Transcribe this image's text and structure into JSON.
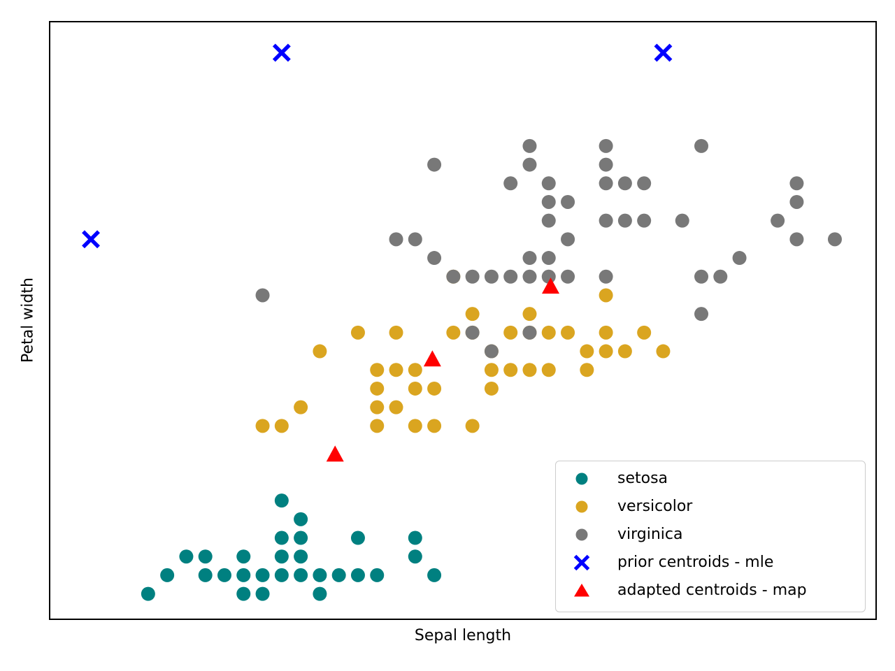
{
  "figure": {
    "background": "#ffffff",
    "frame_color": "#000000"
  },
  "chart_data": {
    "type": "scatter",
    "title": "",
    "xlabel": "Sepal length",
    "ylabel": "Petal width",
    "xlim": [
      3.78,
      8.12
    ],
    "ylim": [
      -0.04,
      3.17
    ],
    "grid": false,
    "axis_ticks": "none",
    "legend_position": "lower right",
    "legend_edge_color": "#cccccc",
    "series": [
      {
        "name": "setosa",
        "marker": "circle",
        "color": "#008080",
        "points": [
          [
            4.3,
            0.1
          ],
          [
            4.8,
            0.1
          ],
          [
            4.9,
            0.1
          ],
          [
            5.2,
            0.1
          ],
          [
            4.4,
            0.2
          ],
          [
            4.6,
            0.2
          ],
          [
            4.7,
            0.2
          ],
          [
            4.8,
            0.2
          ],
          [
            4.9,
            0.2
          ],
          [
            5.0,
            0.2
          ],
          [
            5.1,
            0.2
          ],
          [
            5.2,
            0.2
          ],
          [
            5.3,
            0.2
          ],
          [
            5.4,
            0.2
          ],
          [
            5.5,
            0.2
          ],
          [
            5.8,
            0.2
          ],
          [
            4.5,
            0.3
          ],
          [
            4.6,
            0.3
          ],
          [
            4.8,
            0.3
          ],
          [
            5.0,
            0.3
          ],
          [
            5.1,
            0.3
          ],
          [
            5.7,
            0.3
          ],
          [
            5.0,
            0.4
          ],
          [
            5.1,
            0.4
          ],
          [
            5.4,
            0.4
          ],
          [
            5.7,
            0.4
          ],
          [
            5.1,
            0.5
          ],
          [
            5.0,
            0.6
          ]
        ]
      },
      {
        "name": "versicolor",
        "marker": "circle",
        "color": "#DAA520",
        "points": [
          [
            4.9,
            1.0
          ],
          [
            5.0,
            1.0
          ],
          [
            5.5,
            1.0
          ],
          [
            5.7,
            1.0
          ],
          [
            5.8,
            1.0
          ],
          [
            6.0,
            1.0
          ],
          [
            5.1,
            1.1
          ],
          [
            5.5,
            1.1
          ],
          [
            5.6,
            1.1
          ],
          [
            5.5,
            1.2
          ],
          [
            5.7,
            1.2
          ],
          [
            5.8,
            1.2
          ],
          [
            6.1,
            1.2
          ],
          [
            5.5,
            1.3
          ],
          [
            5.6,
            1.3
          ],
          [
            5.7,
            1.3
          ],
          [
            6.1,
            1.3
          ],
          [
            6.2,
            1.3
          ],
          [
            6.3,
            1.3
          ],
          [
            6.4,
            1.3
          ],
          [
            6.6,
            1.3
          ],
          [
            5.2,
            1.4
          ],
          [
            6.1,
            1.4
          ],
          [
            6.6,
            1.4
          ],
          [
            6.7,
            1.4
          ],
          [
            6.8,
            1.4
          ],
          [
            7.0,
            1.4
          ],
          [
            5.4,
            1.5
          ],
          [
            5.6,
            1.5
          ],
          [
            5.9,
            1.5
          ],
          [
            6.0,
            1.5
          ],
          [
            6.2,
            1.5
          ],
          [
            6.3,
            1.5
          ],
          [
            6.4,
            1.5
          ],
          [
            6.5,
            1.5
          ],
          [
            6.7,
            1.5
          ],
          [
            6.9,
            1.5
          ],
          [
            6.0,
            1.6
          ],
          [
            6.3,
            1.6
          ],
          [
            6.7,
            1.7
          ],
          [
            5.9,
            1.8
          ]
        ]
      },
      {
        "name": "virginica",
        "marker": "circle",
        "color": "#787878",
        "points": [
          [
            6.1,
            1.4
          ],
          [
            6.0,
            1.5
          ],
          [
            6.3,
            1.5
          ],
          [
            7.2,
            1.6
          ],
          [
            4.9,
            1.7
          ],
          [
            5.9,
            1.8
          ],
          [
            6.0,
            1.8
          ],
          [
            6.1,
            1.8
          ],
          [
            6.2,
            1.8
          ],
          [
            6.3,
            1.8
          ],
          [
            6.4,
            1.8
          ],
          [
            6.5,
            1.8
          ],
          [
            6.7,
            1.8
          ],
          [
            7.2,
            1.8
          ],
          [
            7.3,
            1.8
          ],
          [
            5.8,
            1.9
          ],
          [
            6.3,
            1.9
          ],
          [
            6.4,
            1.9
          ],
          [
            7.4,
            1.9
          ],
          [
            5.6,
            2.0
          ],
          [
            5.7,
            2.0
          ],
          [
            6.5,
            2.0
          ],
          [
            7.7,
            2.0
          ],
          [
            7.9,
            2.0
          ],
          [
            6.4,
            2.1
          ],
          [
            6.7,
            2.1
          ],
          [
            6.8,
            2.1
          ],
          [
            6.9,
            2.1
          ],
          [
            7.1,
            2.1
          ],
          [
            7.6,
            2.1
          ],
          [
            6.4,
            2.2
          ],
          [
            6.5,
            2.2
          ],
          [
            7.7,
            2.2
          ],
          [
            6.2,
            2.3
          ],
          [
            6.4,
            2.3
          ],
          [
            6.7,
            2.3
          ],
          [
            6.8,
            2.3
          ],
          [
            6.9,
            2.3
          ],
          [
            7.7,
            2.3
          ],
          [
            5.8,
            2.4
          ],
          [
            6.3,
            2.4
          ],
          [
            6.7,
            2.4
          ],
          [
            6.3,
            2.5
          ],
          [
            6.7,
            2.5
          ],
          [
            7.2,
            2.5
          ]
        ]
      },
      {
        "name": "prior centroids - mle",
        "marker": "x",
        "color": "#0000ff",
        "points": [
          [
            4.0,
            2.0
          ],
          [
            5.0,
            3.0
          ],
          [
            7.0,
            3.0
          ]
        ]
      },
      {
        "name": "adapted centroids - map",
        "marker": "triangle",
        "color": "#ff0000",
        "points": [
          [
            5.28,
            0.85
          ],
          [
            5.79,
            1.36
          ],
          [
            6.41,
            1.75
          ]
        ]
      }
    ]
  }
}
